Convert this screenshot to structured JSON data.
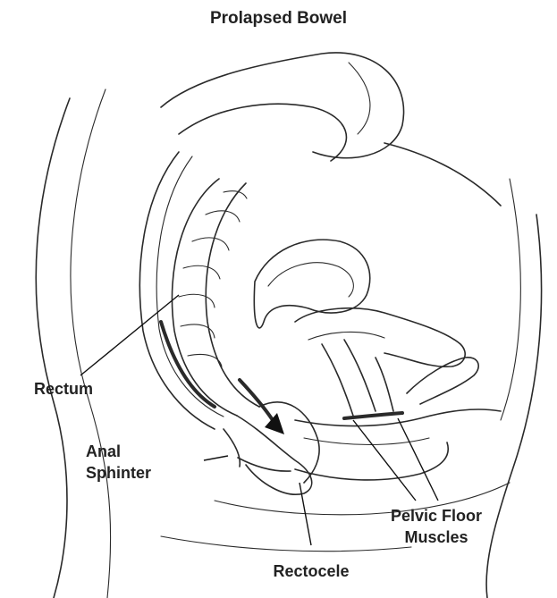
{
  "title": "Prolapsed Bowel",
  "labels": {
    "rectum": "Rectum",
    "anal_sphincter_line1": "Anal",
    "anal_sphincter_line2": "Sphinter",
    "pelvic_floor_line1": "Pelvic Floor",
    "pelvic_floor_line2": "Muscles",
    "rectocele": "Rectocele"
  },
  "colors": {
    "ink": "#2a2a2a",
    "background": "#ffffff"
  }
}
